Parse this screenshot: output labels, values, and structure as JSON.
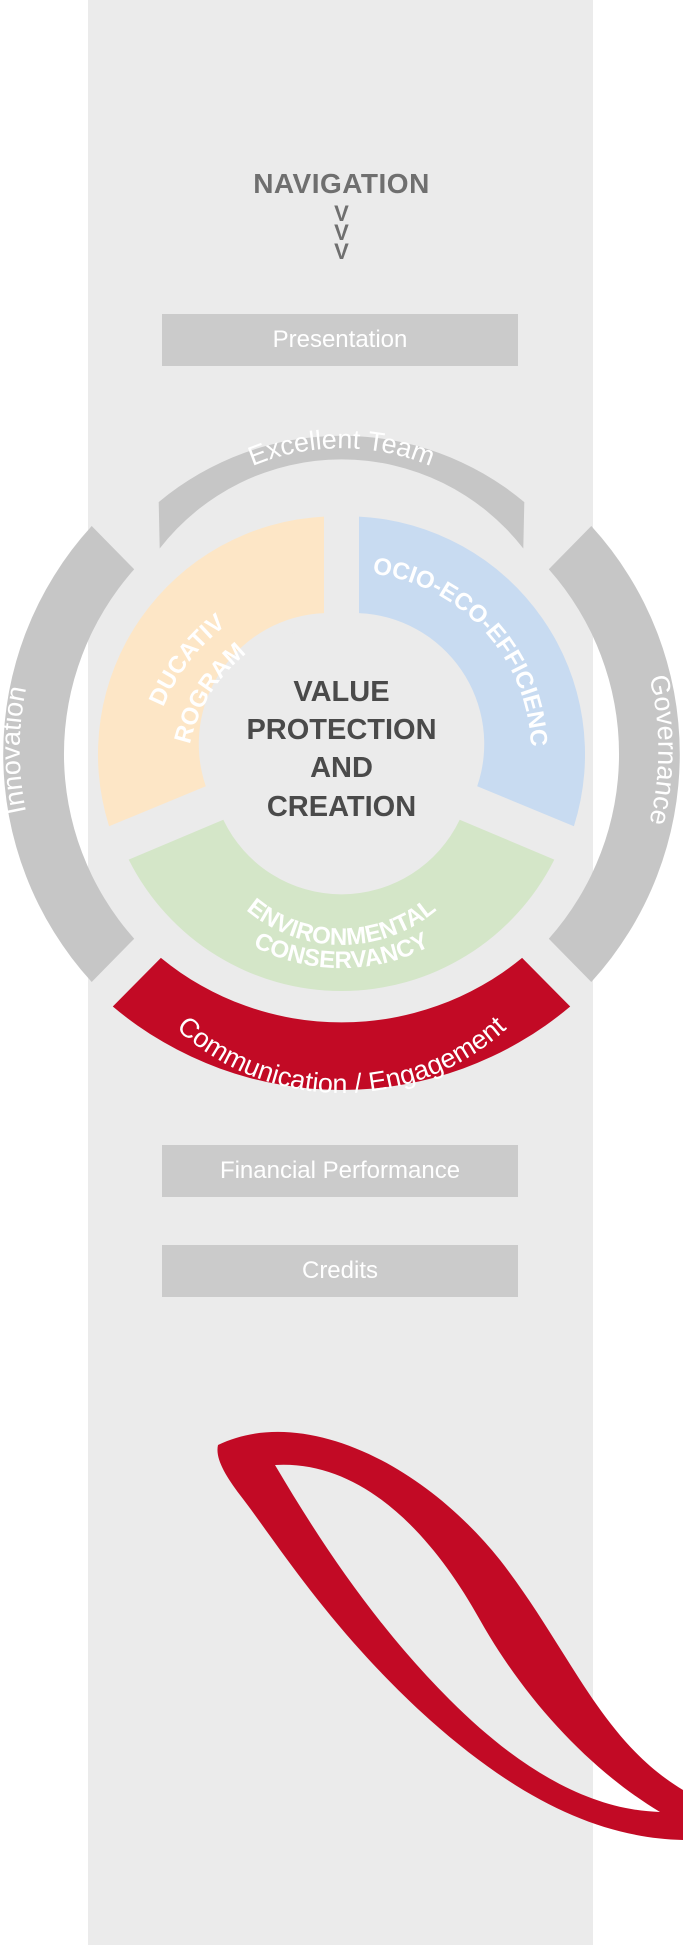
{
  "navigation": {
    "title": "NAVIGATION",
    "arrow_glyph": "V",
    "arrow_count": 3
  },
  "buttons": {
    "presentation": "Presentation",
    "financial_performance": "Financial Performance",
    "credits": "Credits"
  },
  "diagram": {
    "center_lines": [
      "VALUE",
      "PROTECTION",
      "AND",
      "CREATION"
    ],
    "outer_ring": {
      "top": "Excellent Team",
      "left": "Innovation",
      "right": "Governance",
      "bottom": "Communication / Engagement"
    },
    "inner_ring": {
      "educative": [
        "EDUCATIVE",
        "PROGRAMS"
      ],
      "socio": "SOCIO-ECO-EFFICIENCY",
      "environmental": [
        "ENVIRONMENTAL",
        "CONSERVANCY"
      ]
    }
  },
  "colors": {
    "page_background": "#ffffff",
    "column_background": "#ebebeb",
    "button_background": "#cbcbcb",
    "outer_ring_gray": "#c6c6c6",
    "accent_red": "#c20a25",
    "inner_center": "#ebebeb",
    "educative_fill": "#fde6c6",
    "socio_fill": "#c8dbf1",
    "environmental_fill": "#d4e6c8",
    "center_text": "#4a4a4a",
    "nav_text": "#6f6f6f"
  },
  "icons": {
    "arrows": "triple-chevron-down-icon",
    "decoration": "red-leaf-outline-icon"
  }
}
